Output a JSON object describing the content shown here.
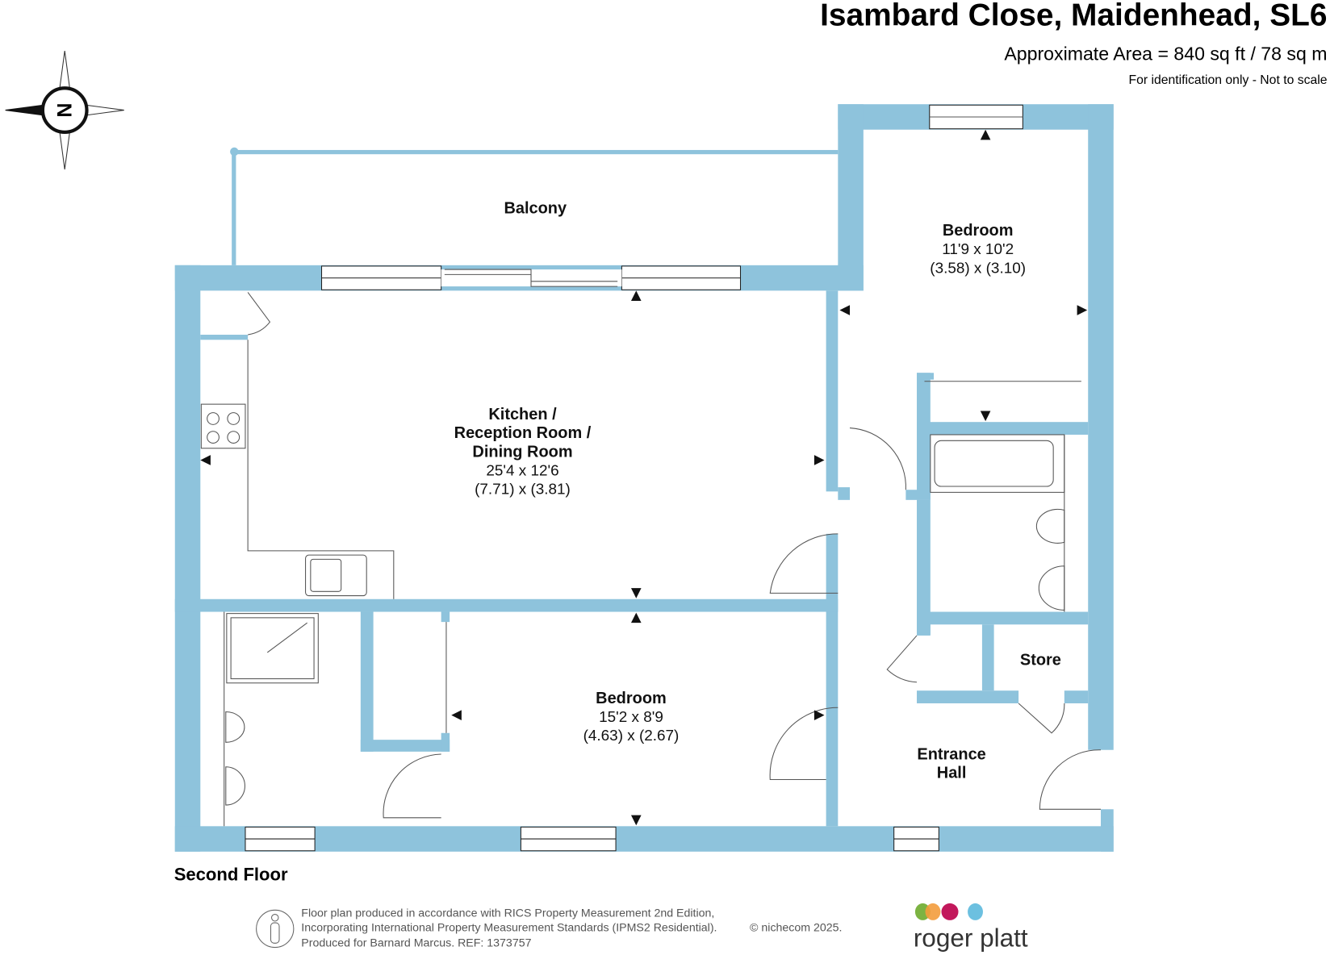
{
  "header": {
    "title": "Isambard Close, Maidenhead, SL6",
    "area": "Approximate Area = 840 sq ft / 78 sq m",
    "note": "For identification only - Not to scale"
  },
  "compass": {
    "label": "N"
  },
  "rooms": {
    "balcony": {
      "name": "Balcony"
    },
    "bedroom1": {
      "name": "Bedroom",
      "imperial": "11'9 x 10'2",
      "metric": "(3.58) x (3.10)"
    },
    "kitchen": {
      "name1": "Kitchen /",
      "name2": "Reception Room /",
      "name3": "Dining Room",
      "imperial": "25'4 x 12'6",
      "metric": "(7.71) x (3.81)"
    },
    "bedroom2": {
      "name": "Bedroom",
      "imperial": "15'2 x 8'9",
      "metric": "(4.63) x (2.67)"
    },
    "store": {
      "name": "Store"
    },
    "hall": {
      "name1": "Entrance",
      "name2": "Hall"
    }
  },
  "floor_label": "Second Floor",
  "footer": {
    "line1": "Floor plan produced in accordance with RICS Property Measurement 2nd Edition,",
    "line2": "Incorporating International Property Measurement Standards (IPMS2 Residential).",
    "copyright": "© nichecom 2025.",
    "line3": "Produced for Barnard Marcus.   REF:  1373757"
  },
  "logo": {
    "text": "roger platt",
    "colors": [
      "#7cb342",
      "#f39c3c",
      "#c2185b",
      "#6cc0e0"
    ]
  },
  "colors": {
    "wall": "#8ec3dc"
  }
}
